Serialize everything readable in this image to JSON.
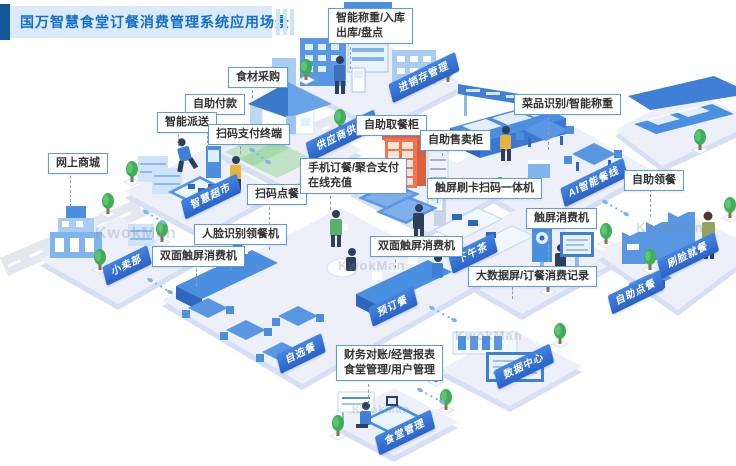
{
  "title": "国万智慧食堂订餐消费管理系统应用场景",
  "watermark": "KwokMan",
  "colors": {
    "title_blue": "#1470c6",
    "title_bar_bg": "#dbe9f9",
    "title_accent": "#15559a",
    "ribbon_blue": "#2f6fd3",
    "callout_border": "#5b9ce2",
    "platform": "#edf0f9",
    "locker_orange": "#ef7450",
    "tree_green": "#3fae55"
  },
  "zones": [
    {
      "label": "进销存管理"
    },
    {
      "label": "供应商供货"
    },
    {
      "label": "智慧超市"
    },
    {
      "label": "小卖部"
    },
    {
      "label": "自选餐"
    },
    {
      "label": "预订餐"
    },
    {
      "label": "下午茶"
    },
    {
      "label": "AI智能餐线"
    },
    {
      "label": "刷脸就餐"
    },
    {
      "label": "自助点餐"
    },
    {
      "label": "数据中心"
    },
    {
      "label": "食堂管理"
    }
  ],
  "callouts": [
    {
      "line1": "智能称重/入库",
      "line2": "出库/盘点"
    },
    {
      "line1": "食材采购"
    },
    {
      "line1": "自助付款"
    },
    {
      "line1": "智能派送"
    },
    {
      "line1": "扫码支付终端"
    },
    {
      "line1": "网上商城"
    },
    {
      "line1": "扫码点餐"
    },
    {
      "line1": "人脸识别领餐机"
    },
    {
      "line1": "双面触屏消费机"
    },
    {
      "line1": "手机订餐/聚合支付",
      "line2": "在线充值"
    },
    {
      "line1": "自助取餐柜"
    },
    {
      "line1": "自助售卖柜"
    },
    {
      "line1": "触屏刷卡扫码一体机"
    },
    {
      "line1": "菜品识别/智能称重"
    },
    {
      "line1": "自助领餐"
    },
    {
      "line1": "触屏消费机"
    },
    {
      "line1": "双面触屏消费机"
    },
    {
      "line1": "大数据屏/订餐消费记录"
    },
    {
      "line1": "财务对账/经营报表",
      "line2": "食堂管理/用户管理"
    }
  ]
}
